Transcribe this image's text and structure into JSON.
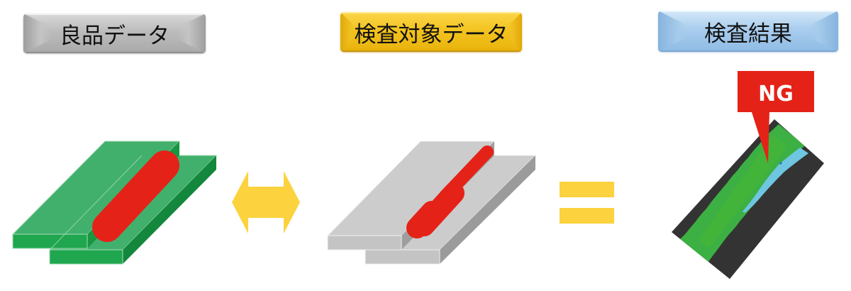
{
  "badges": {
    "good": {
      "label": "良品データ",
      "color": "#bdbdbd"
    },
    "target": {
      "label": "検査対象データ",
      "color": "#f2c21d"
    },
    "result": {
      "label": "検査結果",
      "color": "#a9cdee"
    }
  },
  "illustrations": {
    "good_sample": {
      "description": "green lap-joint plates with red weld bead",
      "plate_color": "#41b06c",
      "bead_color": "#e52218"
    },
    "target_sample": {
      "description": "gray lap-joint plates with defective red weld bead",
      "plate_color": "#cccccc",
      "bead_color": "#e52218"
    },
    "comparison_icon": {
      "name": "double-arrow-icon",
      "color": "#fcd23e"
    },
    "equals_icon": {
      "name": "equals-icon",
      "color": "#fcd23e"
    },
    "result_map": {
      "description": "dark inspection map with green bead and cyan defect region",
      "bg_color": "#333333",
      "bead_color": "#3cb043",
      "defect_color": "#6ec6e0"
    }
  },
  "callout": {
    "label": "NG",
    "color": "#e52218"
  }
}
